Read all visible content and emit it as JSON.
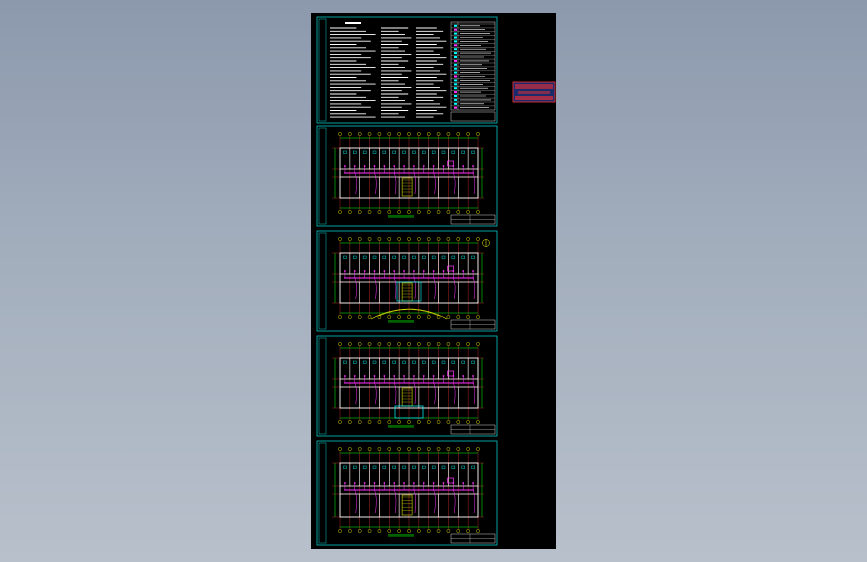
{
  "viewer": {
    "background_top": "#8c99ad",
    "background_bottom": "#b8c0cb"
  },
  "drawing": {
    "paper_color": "#000000",
    "border_color": "#00c8c8",
    "colors": {
      "wall": "#ffffff",
      "grid": "#ff3333",
      "dimension": "#00ff00",
      "wiring": "#ff33ff",
      "axis_bubble": "#ffff00",
      "equipment": "#00ffff",
      "text": "#ffffff"
    },
    "sheets": [
      {
        "id": "notes",
        "kind": "design-notes"
      },
      {
        "id": "plan-1",
        "kind": "floor-plan",
        "has_north_arrow": false
      },
      {
        "id": "plan-2",
        "kind": "floor-plan",
        "has_north_arrow": true,
        "has_entrance_arc": true
      },
      {
        "id": "plan-3",
        "kind": "floor-plan",
        "has_north_arrow": false,
        "has_courtyard": true
      },
      {
        "id": "plan-4",
        "kind": "floor-plan",
        "has_north_arrow": false
      }
    ]
  },
  "stamp": {
    "icon": "watermark-stamp",
    "background": "#1a2a6a",
    "border": "#ff3030"
  }
}
